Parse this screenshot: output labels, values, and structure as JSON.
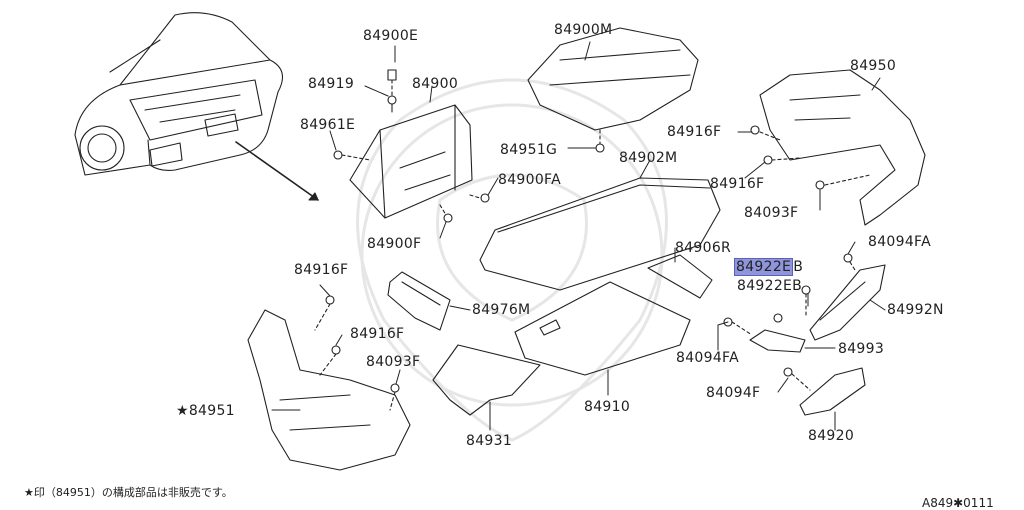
{
  "parts": {
    "p84900E": "84900E",
    "p84919": "84919",
    "p84900": "84900",
    "p84961E": "84961E",
    "p84900FA": "84900FA",
    "p84900F": "84900F",
    "p84900M": "84900M",
    "p84951G": "84951G",
    "p84902M": "84902M",
    "p84950": "84950",
    "p84916F_a": "84916F",
    "p84916F_b": "84916F",
    "p84093F_a": "84093F",
    "p84094FA_a": "84094FA",
    "p84906R": "84906R",
    "p84922EB_sel": "84922E",
    "p84922EB_sel_suffix": "B",
    "p84922EB": "84922EB",
    "p84992N": "84992N",
    "p84094FA_b": "84094FA",
    "p84993": "84993",
    "p84094F": "84094F",
    "p84920": "84920",
    "p84916F_c": "84916F",
    "p84916F_d": "84916F",
    "p84976M": "84976M",
    "p84093F_b": "84093F",
    "p84951": "★84951",
    "p84931": "84931",
    "p84910": "84910"
  },
  "footnote": "★印（84951）の構成部品は非販売です。",
  "diagram_code": "A849✱0111",
  "colors": {
    "highlight": "#8f95db",
    "line": "#222222"
  }
}
